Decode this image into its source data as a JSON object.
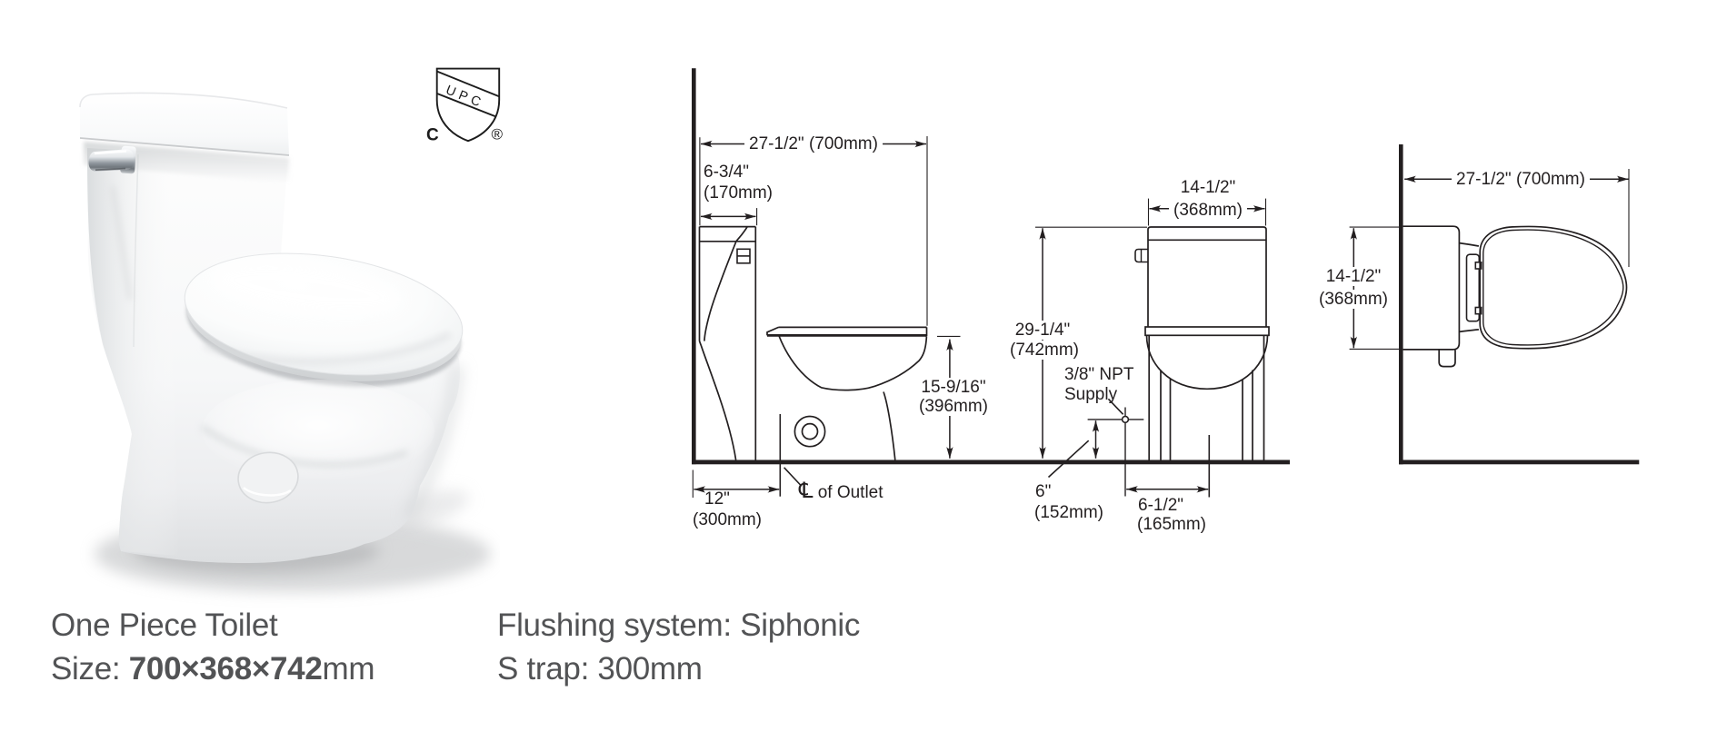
{
  "product": {
    "name": "One Piece Toilet",
    "size_label": "Size: ",
    "size_value": "700×368×742",
    "size_unit": "mm",
    "flushing": "Flushing system: Siphonic",
    "strap": "S trap: 300mm"
  },
  "certification": {
    "shield_text": "UPC",
    "left_mark": "C",
    "registered_mark": "®"
  },
  "views": {
    "side": {
      "depth": "27-1/2\" (700mm)",
      "tank_depth_in": "6-3/4\"",
      "tank_depth_mm": "(170mm)",
      "seat_height_in": "15-9/16\"",
      "seat_height_mm": "(396mm)",
      "rough_in_in": "12\"",
      "rough_in_mm": "(300mm)",
      "outlet_symbol": "℄",
      "outlet_label": " of Outlet"
    },
    "front": {
      "width_in": "14-1/2\"",
      "width_mm": "(368mm)",
      "height_in": "29-1/4\"",
      "height_mm": "(742mm)",
      "supply_line1": "3/8\" NPT",
      "supply_line2": "Supply",
      "supply_height_in": "6\"",
      "supply_height_mm": "(152mm)",
      "supply_offset_in": "6-1/2\"",
      "supply_offset_mm": "(165mm)"
    },
    "top": {
      "depth": "27-1/2\" (700mm)",
      "width_in": "14-1/2\"",
      "width_mm": "(368mm)"
    }
  },
  "colors": {
    "line": "#231f20",
    "caption_text": "#525355"
  }
}
